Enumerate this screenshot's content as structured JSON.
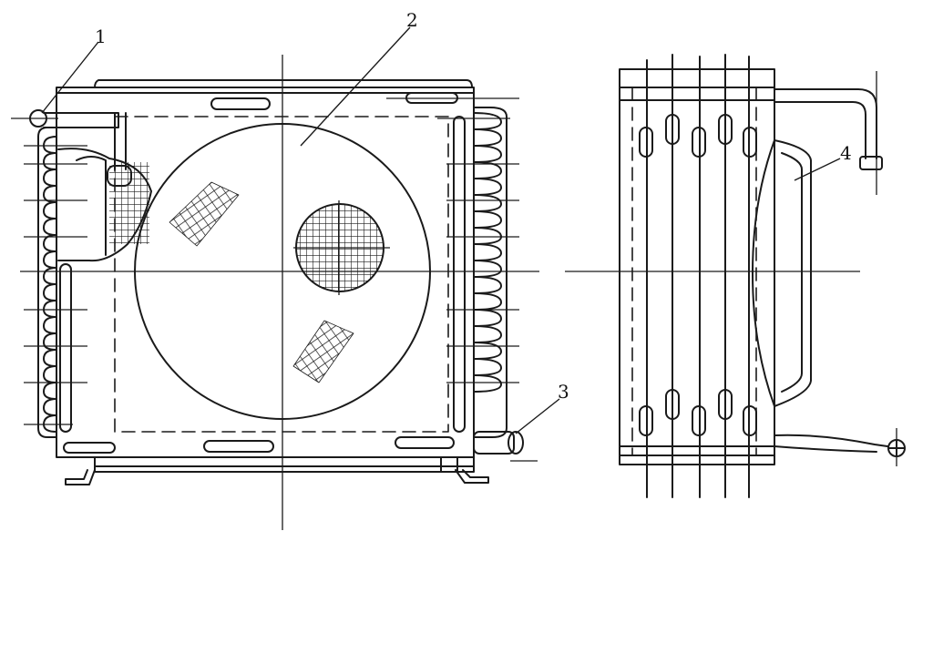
{
  "callouts": {
    "c1": "1",
    "c2": "2",
    "c3": "3",
    "c4": "4"
  },
  "colors": {
    "ink": "#1a1a1a",
    "paper": "#ffffff"
  }
}
